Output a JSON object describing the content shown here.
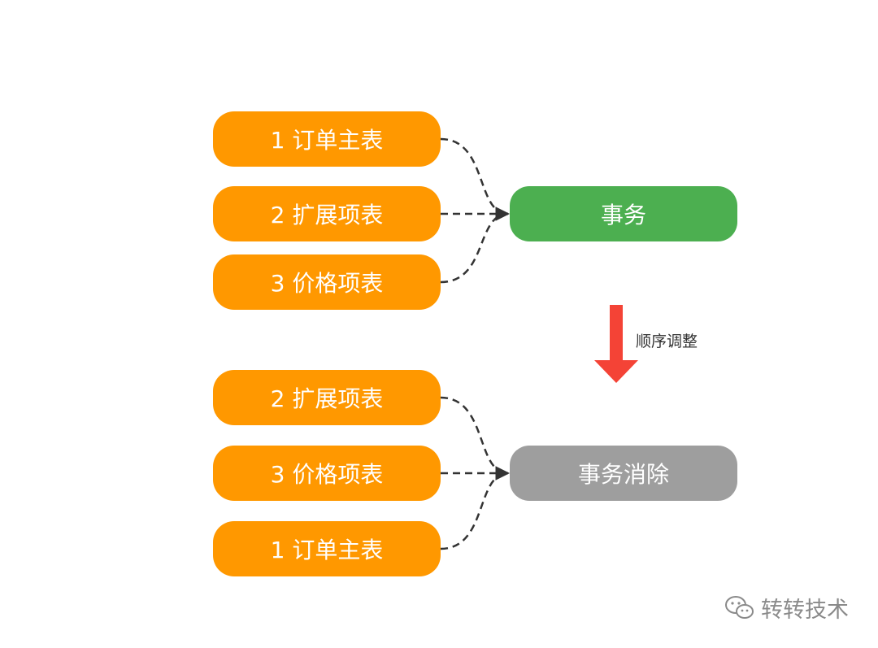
{
  "before": {
    "sources": [
      "1 订单主表",
      "2 扩展项表",
      "3 价格项表"
    ],
    "target": "事务"
  },
  "step_label": "顺序调整",
  "after": {
    "sources": [
      "2 扩展项表",
      "3 价格项表",
      "1 订单主表"
    ],
    "target": "事务消除"
  },
  "watermark": "转转技术",
  "colors": {
    "source": "#ff9800",
    "target_before": "#4caf50",
    "target_after": "#9e9e9e",
    "arrow": "#f44336",
    "edge": "#333333"
  },
  "icons": {
    "step": "down-arrow-icon",
    "watermark": "wechat-icon"
  }
}
